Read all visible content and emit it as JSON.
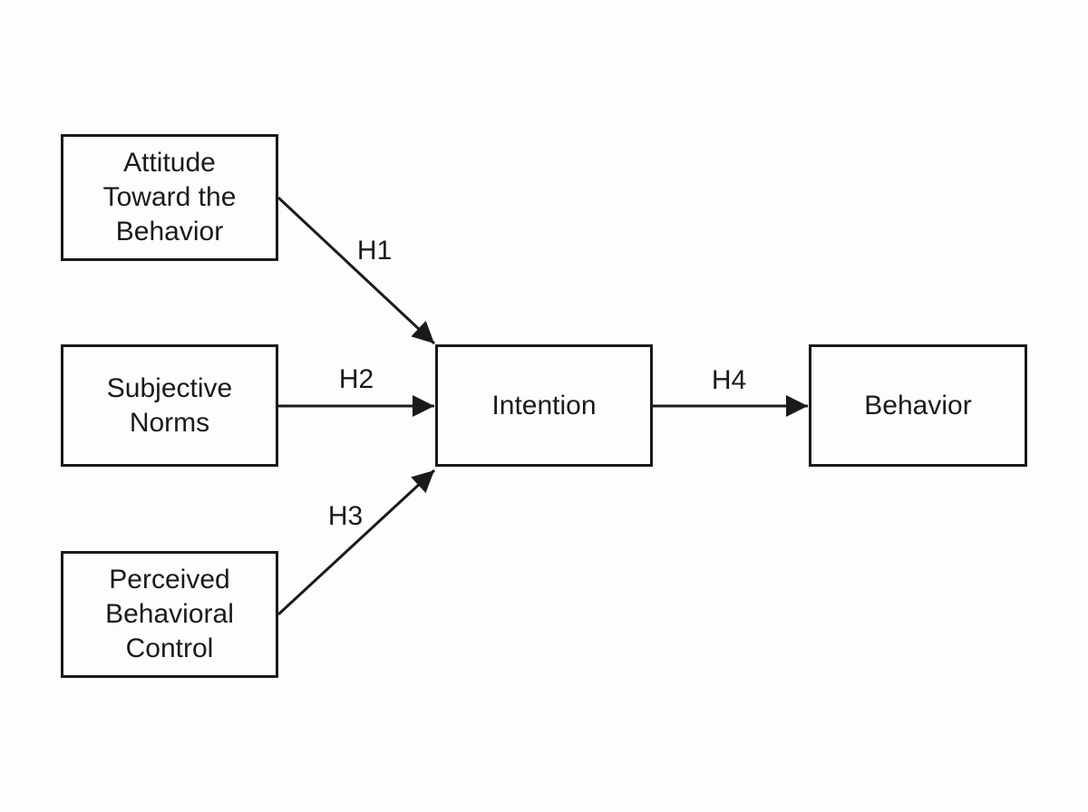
{
  "diagram": {
    "colors": {
      "background": "#fdfdfd",
      "stroke": "#1a1a1a",
      "text": "#1a1a1a"
    },
    "nodes": [
      {
        "id": "attitude-toward-the-behavior",
        "label": "Attitude\nToward the\nBehavior"
      },
      {
        "id": "subjective-norms",
        "label": "Subjective\nNorms"
      },
      {
        "id": "perceived-behavioral-control",
        "label": "Perceived\nBehavioral\nControl"
      },
      {
        "id": "intention",
        "label": "Intention"
      },
      {
        "id": "behavior",
        "label": "Behavior"
      }
    ],
    "edges": [
      {
        "id": "H1",
        "label": "H1",
        "from": "attitude-toward-the-behavior",
        "to": "intention"
      },
      {
        "id": "H2",
        "label": "H2",
        "from": "subjective-norms",
        "to": "intention"
      },
      {
        "id": "H3",
        "label": "H3",
        "from": "perceived-behavioral-control",
        "to": "intention"
      },
      {
        "id": "H4",
        "label": "H4",
        "from": "intention",
        "to": "behavior"
      }
    ]
  }
}
